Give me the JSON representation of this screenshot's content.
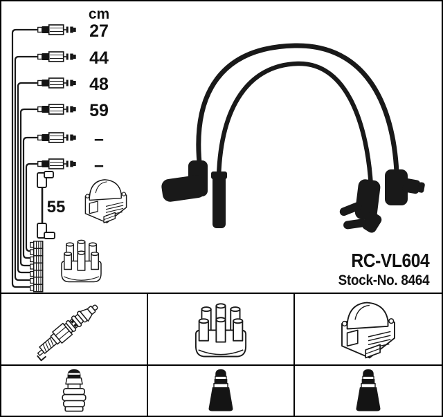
{
  "unit_header": "cm",
  "schematic": {
    "rows": [
      {
        "length": "27"
      },
      {
        "length": "44"
      },
      {
        "length": "48"
      },
      {
        "length": "59"
      },
      {
        "length": "–"
      },
      {
        "length": "–"
      }
    ],
    "coil_wire_length": "55",
    "icons": [
      "ignition-coil-icon",
      "distributor-cap-icon",
      "terminal-stack"
    ]
  },
  "photo": {
    "description_icon": "ignition-cable-set-photo"
  },
  "product": {
    "part_number": "RC-VL604",
    "stock_label": "Stock-No. 8464"
  },
  "legend": {
    "cells": [
      {
        "icon": "spark-plug-icon"
      },
      {
        "icon": "distributor-cap-icon"
      },
      {
        "icon": "ignition-coil-icon"
      },
      {
        "icon": "spark-plug-boot-icon"
      },
      {
        "icon": "distributor-boot-icon"
      },
      {
        "icon": "coil-boot-icon"
      }
    ]
  },
  "colors": {
    "line": "#1a1a1a",
    "photo_black": "#191919",
    "background": "#ffffff",
    "border": "#000000"
  }
}
